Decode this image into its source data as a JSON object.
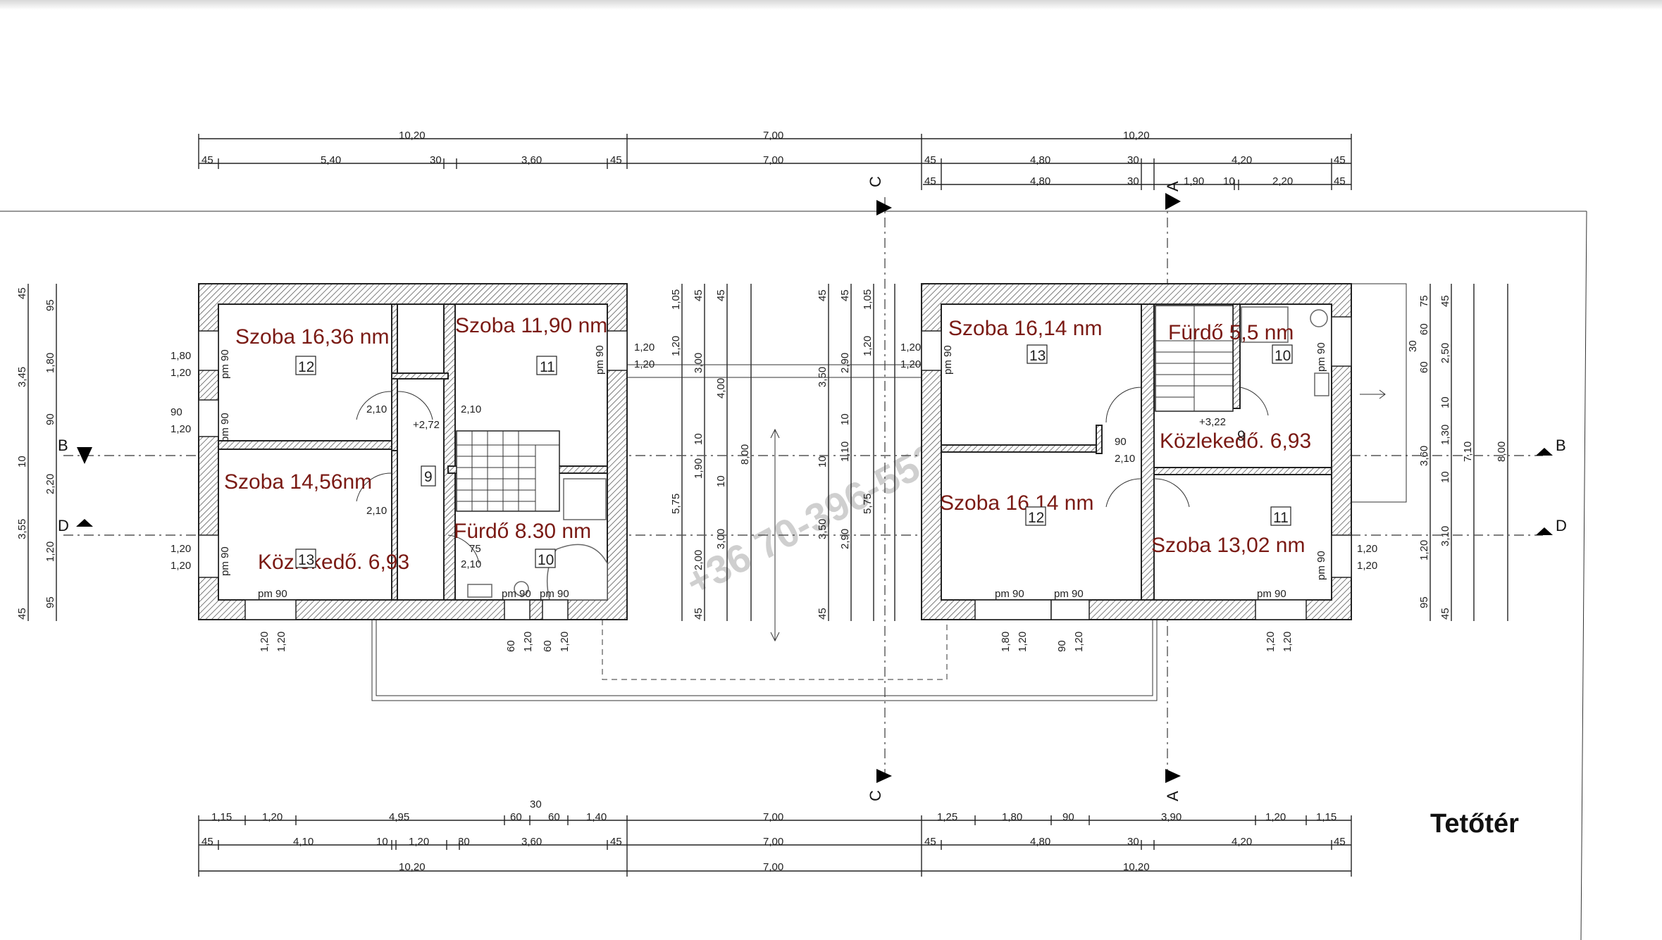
{
  "plan_title": "Tetőtér",
  "watermark": "+36 70-396-5533",
  "sections": [
    "A",
    "B",
    "C",
    "D"
  ],
  "left_unit": {
    "rooms": [
      {
        "name": "Szoba 16,36 nm",
        "number": "12"
      },
      {
        "name": "Szoba 11,90 nm",
        "number": "11"
      },
      {
        "name": "Szoba 14,56nm",
        "number": "9"
      },
      {
        "name": "Közlekedő. 6,93",
        "number": "13"
      },
      {
        "name": "Fürdő 8.30 nm",
        "number": "10"
      }
    ],
    "level": "+2,72"
  },
  "right_unit": {
    "rooms": [
      {
        "name": "Szoba 16,14 nm",
        "number": "13"
      },
      {
        "name": "Fürdő 5,5 nm",
        "number": "10"
      },
      {
        "name": "Közlekedő. 6,93",
        "number": "9"
      },
      {
        "name": "Szoba 16,14 nm",
        "number": "12"
      },
      {
        "name": "Szoba 13,02 nm",
        "number": "11"
      }
    ],
    "level": "+3,22"
  },
  "dimensions": {
    "top_row1": [
      "10,20",
      "7,00",
      "10,20"
    ],
    "top_row2": [
      "45",
      "5,40",
      "30",
      "3,60",
      "45",
      "7,00",
      "45",
      "4,80",
      "30",
      "4,20",
      "45"
    ],
    "top_row3": [
      "45",
      "4,80",
      "30",
      "1,90",
      "10",
      "2,20",
      "45"
    ],
    "bottom_row1": [
      "1,15",
      "1,20",
      "4,95",
      "60",
      "30",
      "60",
      "1,40",
      "7,00",
      "1,25",
      "1,80",
      "90",
      "3,90",
      "1,20",
      "1,15"
    ],
    "bottom_row2": [
      "45",
      "4,10",
      "10",
      "1,20",
      "30",
      "3,60",
      "45",
      "7,00",
      "45",
      "4,80",
      "30",
      "4,20",
      "45"
    ],
    "bottom_row3": [
      "10,20",
      "7,00",
      "10,20"
    ],
    "left_col": [
      "45",
      "3,45",
      "10",
      "3,55",
      "45"
    ],
    "left_col2": [
      "95",
      "1,80",
      "90",
      "2,20",
      "1,20",
      "95"
    ],
    "right_col": [
      "75",
      "60",
      "2,50",
      "30",
      "60",
      "10",
      "1,30",
      "3,60",
      "10",
      "3,10",
      "1,20",
      "95"
    ],
    "right_col2": [
      "45",
      "7,10",
      "45",
      "8,00"
    ],
    "middle_left": [
      "45",
      "1,05",
      "1,20",
      "3,00",
      "4,00",
      "10",
      "1,90",
      "5,75",
      "10",
      "2,00",
      "3,00",
      "45",
      "8,00",
      "45"
    ],
    "middle_right": [
      "45",
      "1,05",
      "2,90",
      "3,50",
      "1,20",
      "10",
      "1,10",
      "10",
      "5,75",
      "3,50",
      "2,90",
      "45",
      "45"
    ],
    "window_labels": [
      "1,80",
      "1,20",
      "90",
      "1,20",
      "1,20",
      "1,20",
      "pm 90",
      "2,10",
      "75"
    ],
    "bottom_ticks": [
      "1,20",
      "1,20",
      "60",
      "1,20",
      "60",
      "1,20",
      "1,80",
      "1,20",
      "90",
      "1,20",
      "1,20",
      "1,20"
    ]
  }
}
